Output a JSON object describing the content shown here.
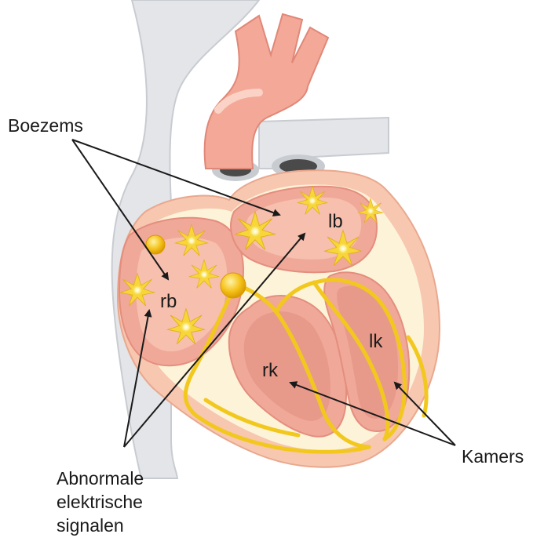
{
  "labels": {
    "atria": "Boezems",
    "ventricles": "Kamers",
    "signals_line1": "Abnormale",
    "signals_line2": "elektrische",
    "signals_line3": "signalen"
  },
  "chambers": {
    "right_atrium": "rb",
    "left_atrium": "lb",
    "right_ventricle": "rk",
    "left_ventricle": "lk"
  },
  "colors": {
    "vessel_grey": "#e3e5e8",
    "outer_tissue": "#f7c7b0",
    "chamber_fill": "#f0a898",
    "chamber_core": "#e89a8a",
    "wall_cream": "#fdf3d8",
    "conduction_yellow": "#f2c81e",
    "spark_yellow": "#f7d63a",
    "arrow": "#1a1a1a"
  }
}
